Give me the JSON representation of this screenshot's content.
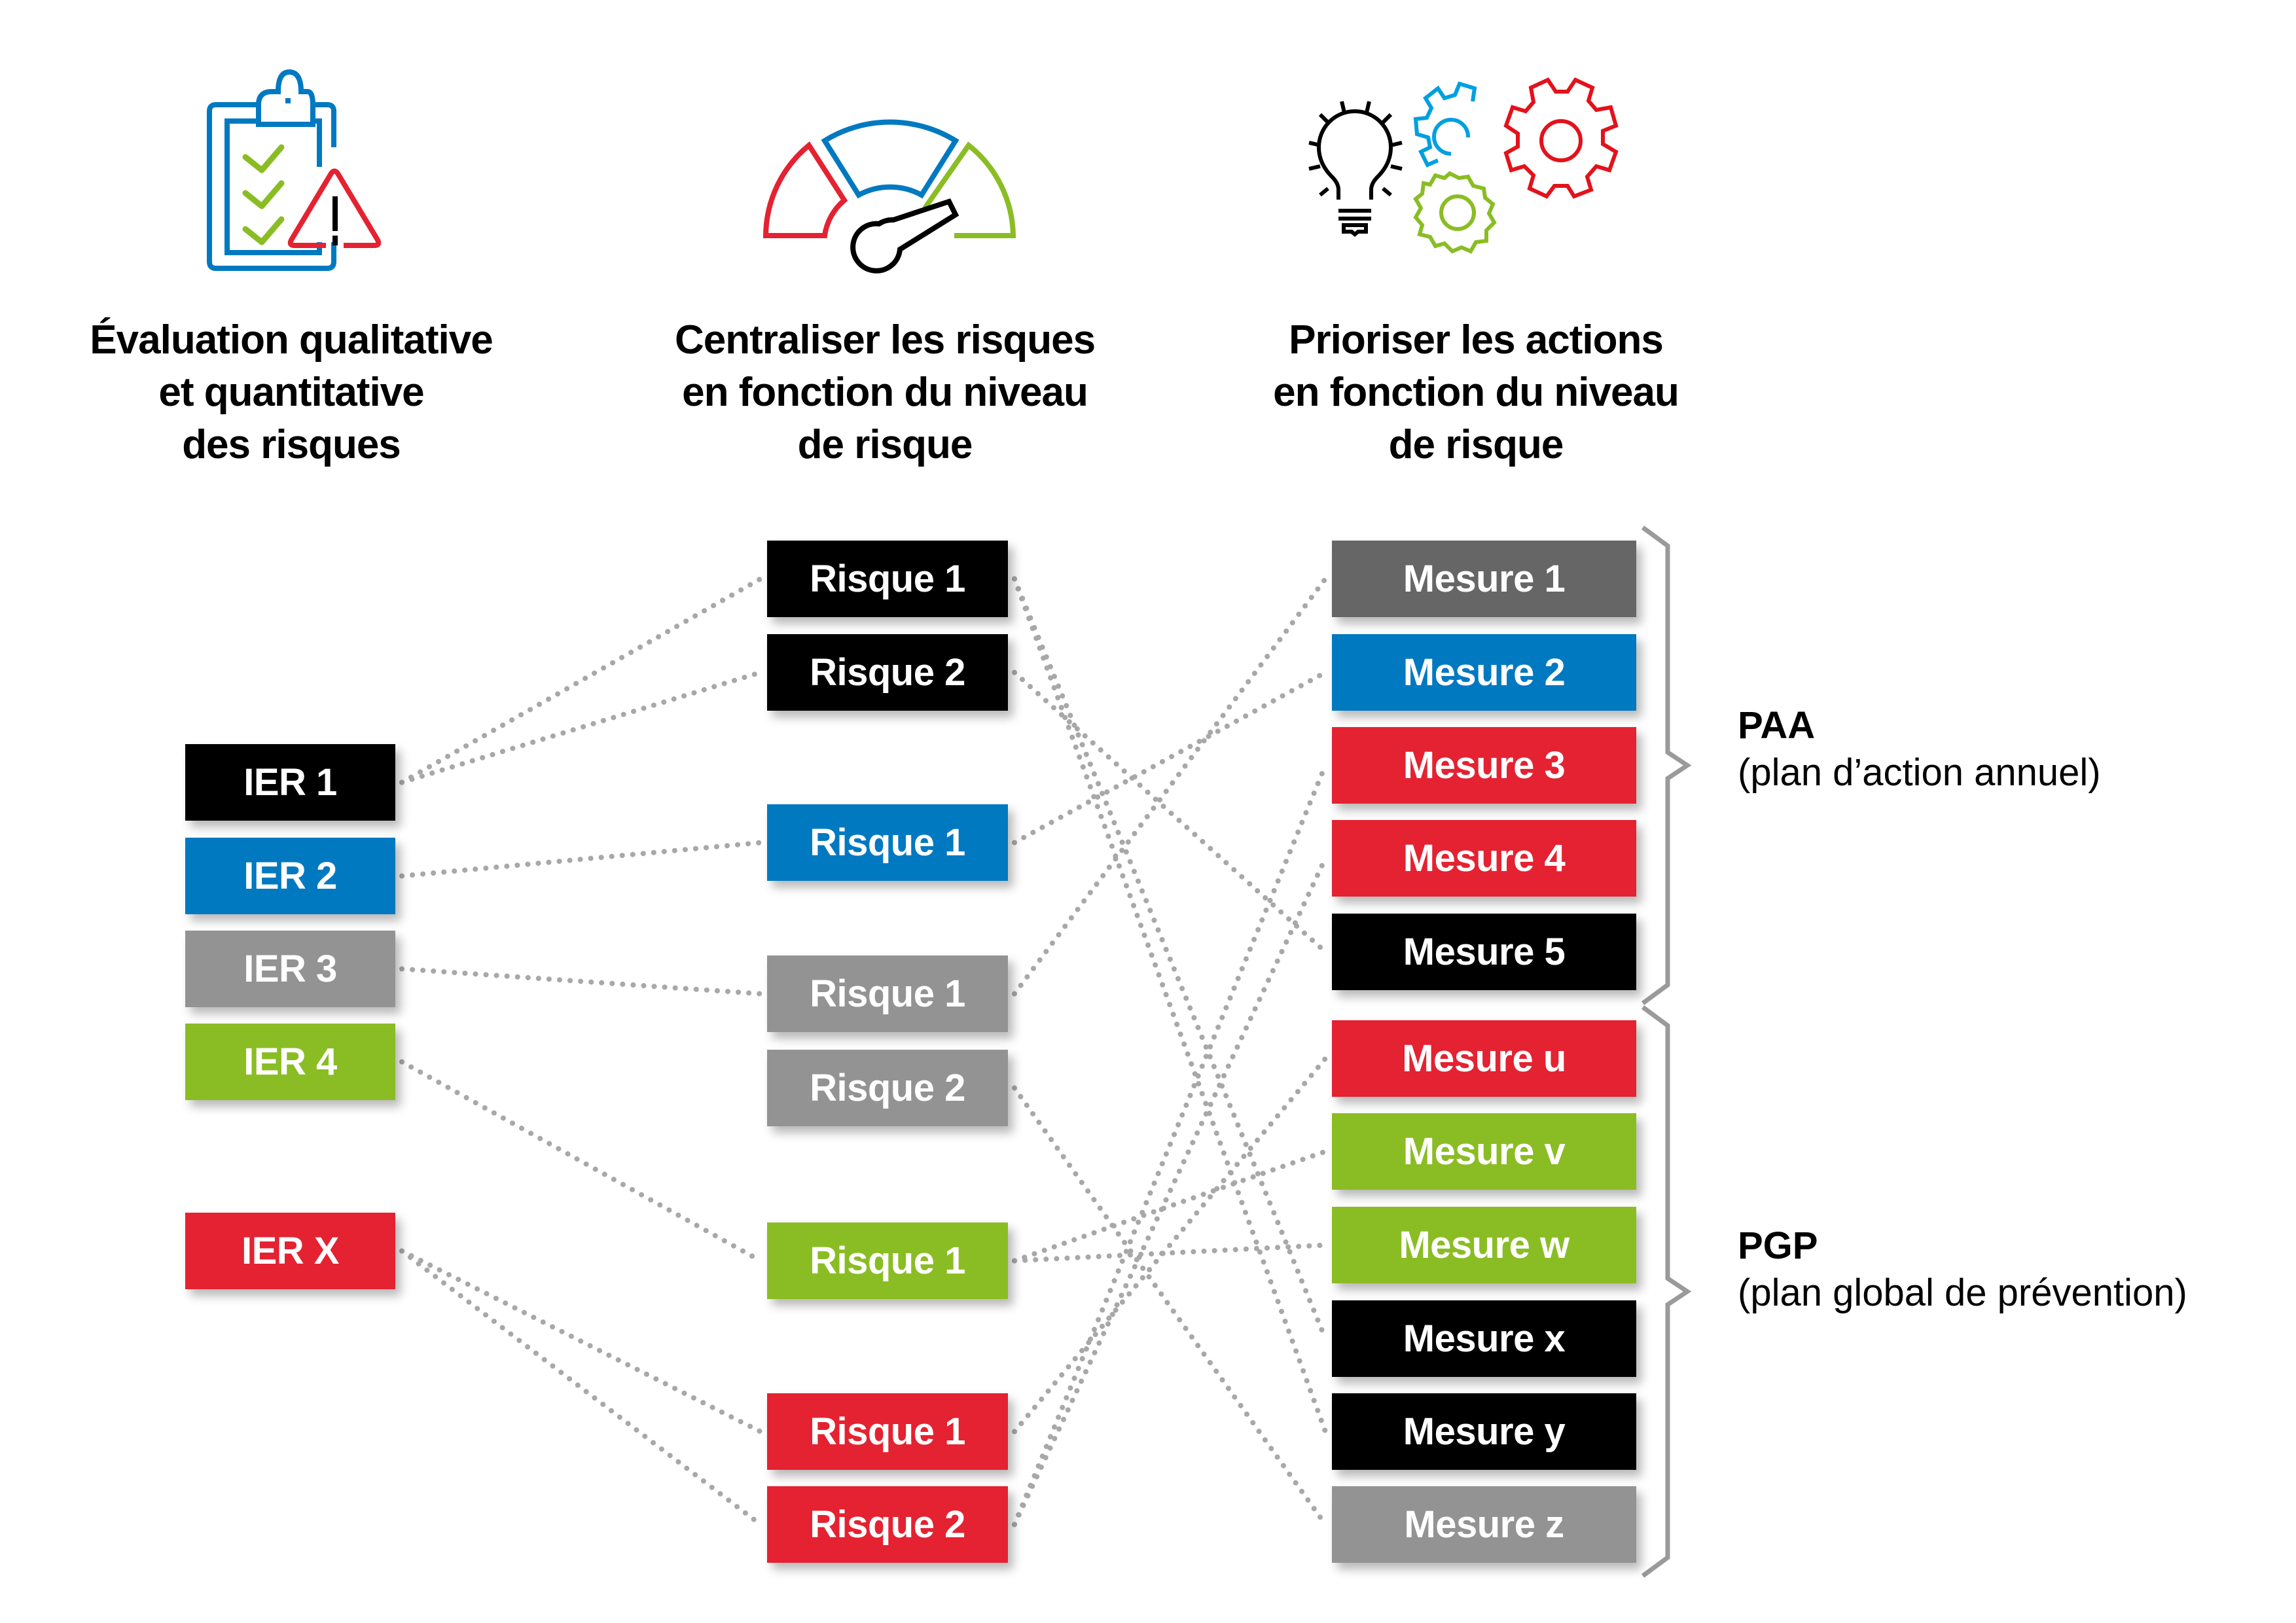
{
  "colors": {
    "black": "#000000",
    "blue": "#0079C1",
    "grey": "#939393",
    "dark_grey": "#666666",
    "green": "#8ABD24",
    "red": "#E42231",
    "link": "#A8A8A8",
    "brace": "#9A9A9A"
  },
  "columns": [
    {
      "icon": "clipboard-warning-icon",
      "lines": [
        "Évaluation qualitative",
        "et quantitative",
        "des risques"
      ]
    },
    {
      "icon": "gauge-icon",
      "lines": [
        "Centraliser les risques",
        "en fonction du niveau",
        "de risque"
      ]
    },
    {
      "icon": "lightbulb-gears-icon",
      "lines": [
        "Prioriser les actions",
        "en fonction du niveau",
        "de risque"
      ]
    }
  ],
  "ier": [
    {
      "label": "IER 1",
      "color": "black"
    },
    {
      "label": "IER 2",
      "color": "blue"
    },
    {
      "label": "IER 3",
      "color": "grey"
    },
    {
      "label": "IER 4",
      "color": "green"
    },
    {
      "label": "IER X",
      "color": "red"
    }
  ],
  "risques": [
    {
      "label": "Risque 1",
      "color": "black"
    },
    {
      "label": "Risque 2",
      "color": "black"
    },
    {
      "label": "Risque 1",
      "color": "blue"
    },
    {
      "label": "Risque 1",
      "color": "grey"
    },
    {
      "label": "Risque 2",
      "color": "grey"
    },
    {
      "label": "Risque 1",
      "color": "green"
    },
    {
      "label": "Risque 1",
      "color": "red"
    },
    {
      "label": "Risque 2",
      "color": "red"
    }
  ],
  "mesures": [
    {
      "label": "Mesure 1",
      "color": "dark_grey"
    },
    {
      "label": "Mesure 2",
      "color": "blue"
    },
    {
      "label": "Mesure 3",
      "color": "red"
    },
    {
      "label": "Mesure 4",
      "color": "red"
    },
    {
      "label": "Mesure 5",
      "color": "black"
    },
    {
      "label": "Mesure u",
      "color": "red"
    },
    {
      "label": "Mesure v",
      "color": "green"
    },
    {
      "label": "Mesure w",
      "color": "green"
    },
    {
      "label": "Mesure x",
      "color": "black"
    },
    {
      "label": "Mesure y",
      "color": "black"
    },
    {
      "label": "Mesure z",
      "color": "grey"
    }
  ],
  "links_ier_to_risque": [
    [
      0,
      0
    ],
    [
      0,
      1
    ],
    [
      1,
      2
    ],
    [
      2,
      3
    ],
    [
      3,
      5
    ],
    [
      4,
      6
    ],
    [
      4,
      7
    ]
  ],
  "links_risque_to_mesure": [
    [
      0,
      8
    ],
    [
      0,
      9
    ],
    [
      1,
      4
    ],
    [
      2,
      1
    ],
    [
      3,
      0
    ],
    [
      4,
      10
    ],
    [
      5,
      6
    ],
    [
      5,
      7
    ],
    [
      6,
      5
    ],
    [
      7,
      2
    ],
    [
      7,
      3
    ]
  ],
  "plans": [
    {
      "abbr": "PAA",
      "full": "(plan d’action annuel)",
      "mesures": [
        0,
        4
      ]
    },
    {
      "abbr": "PGP",
      "full": "(plan global de prévention)",
      "mesures": [
        5,
        10
      ]
    }
  ]
}
